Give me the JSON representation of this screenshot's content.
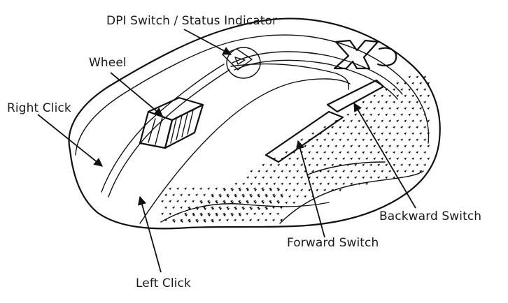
{
  "labels": {
    "dpi": "DPI Switch / Status Indicator",
    "wheel": "Wheel",
    "right_click": "Right Click",
    "left_click": "Left Click",
    "forward": "Forward Switch",
    "backward": "Backward Switch"
  },
  "logo_text": "XPG"
}
